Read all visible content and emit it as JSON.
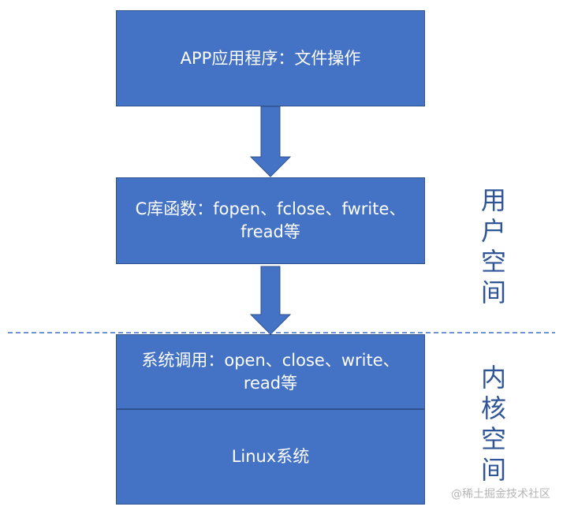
{
  "boxes": {
    "app": "APP应用程序：文件操作",
    "clib_line1": "C库函数：fopen、fclose、fwrite、",
    "clib_line2": "fread等",
    "syscall_line1": "系统调用：open、close、write、",
    "syscall_line2": "read等",
    "linux": "Linux系统"
  },
  "regions": {
    "user": "用户空间",
    "kernel": "内核空间"
  },
  "watermark": "@稀土掘金技术社区",
  "colors": {
    "box_fill": "#4472c4",
    "box_border": "#2f528f",
    "label_text": "#2f5597",
    "divider": "#4472c4"
  }
}
